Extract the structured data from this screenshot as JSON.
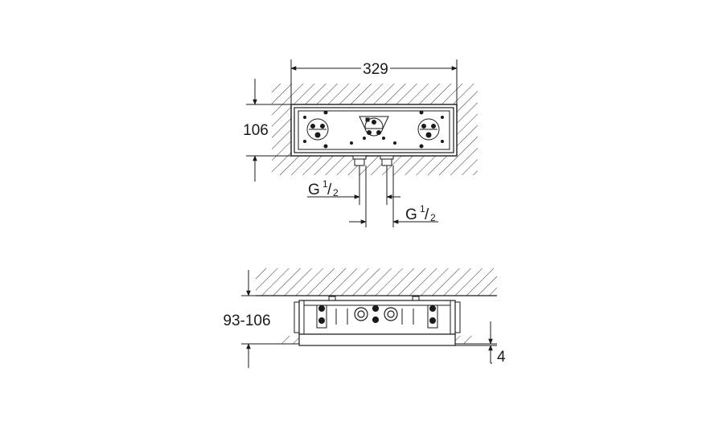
{
  "top_view": {
    "width_label": "329",
    "height_label": "106",
    "thread_label_left": {
      "base": "G",
      "num": "1",
      "sep": "/",
      "den": "2"
    },
    "thread_label_right": {
      "base": "G",
      "num": "1",
      "sep": "/",
      "den": "2"
    }
  },
  "side_view": {
    "depth_label": "93-106",
    "offset_label": "4"
  },
  "colors": {
    "line": "#1a1a1a",
    "background": "#ffffff"
  }
}
